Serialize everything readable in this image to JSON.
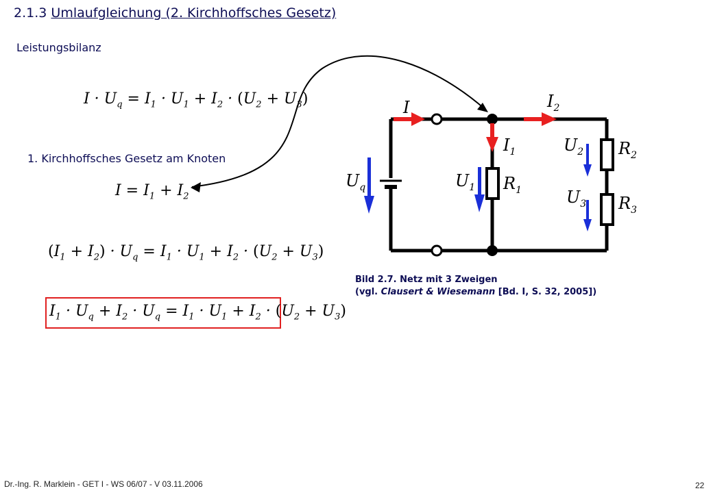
{
  "header": {
    "section_number": "2.1.3",
    "section_title": "Umlaufgleichung (2. Kirchhoffsches Gesetz)"
  },
  "subtitle": "Leistungsbilanz",
  "kirchhoff_label": "1. Kirchhoffsches Gesetz am Knoten",
  "equations": {
    "power_balance": "I · U_q = I_1 · U_1 + I_2 · (U_2 + U_3)",
    "node_law": "I = I_1 + I_2",
    "substituted": "(I_1 + I_2) · U_q = I_1 · U_1 + I_2 · (U_2 + U_3)",
    "result_boxed": "I_1 · U_q + I_2 · U_q = I_1 · U_1 + I_2 · (U_2 + U_3)"
  },
  "circuit_labels": {
    "I": "I",
    "I1": "I",
    "I2": "I",
    "Uq": "U",
    "U1": "U",
    "U2": "U",
    "U3": "U",
    "R1": "R",
    "R2": "R",
    "R3": "R"
  },
  "caption": {
    "line1": "Bild 2.7. Netz mit 3 Zweigen",
    "line2_prefix": "(vgl. ",
    "line2_authors": "Clausert & Wiesemann",
    "line2_suffix": " [Bd. I, S. 32, 2005])"
  },
  "footer": {
    "left": "Dr.-Ing. R. Marklein - GET I - WS 06/07 - V 03.11.2006",
    "page": "22"
  },
  "colors": {
    "title_text": "#0d0d55",
    "box_border": "#e02020",
    "arrow_red": "#e82020",
    "arrow_blue": "#1a2fd8"
  }
}
